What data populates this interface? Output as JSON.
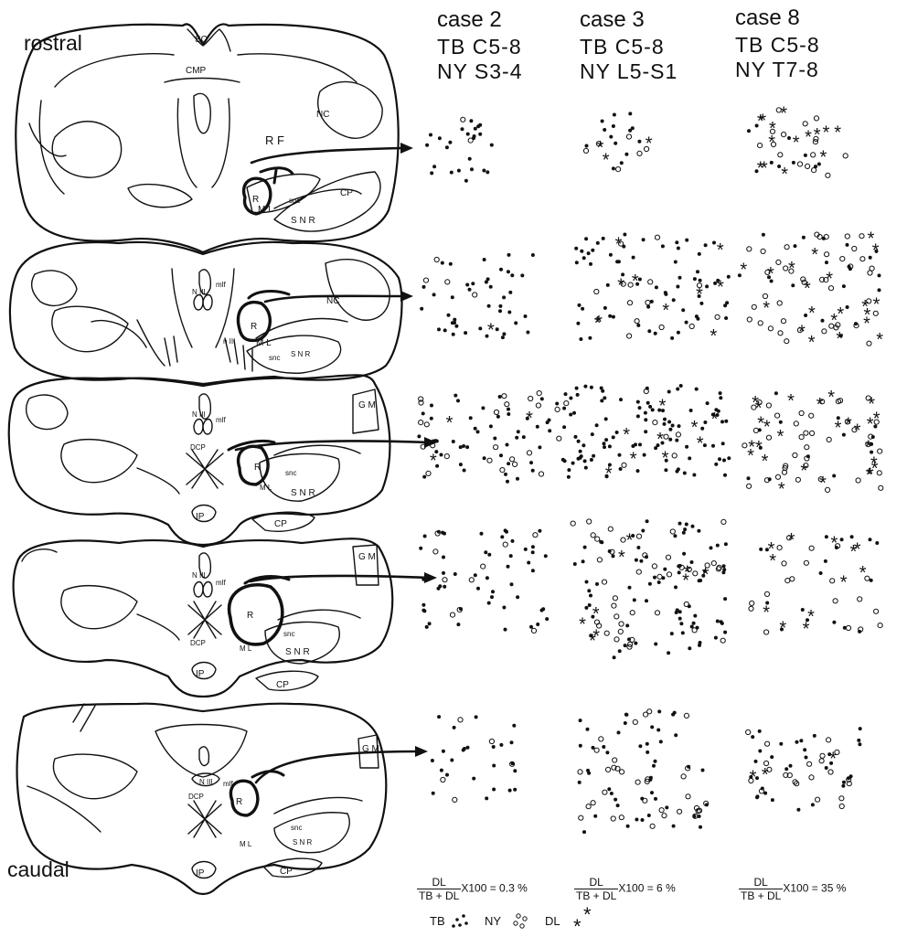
{
  "labels": {
    "rostral": "rostral",
    "caudal": "caudal"
  },
  "cases": [
    {
      "title": "case 2",
      "tb": "TB C5-8",
      "ny": "NY S3-4",
      "formula_num": "DL",
      "formula_den": "TB + DL",
      "formula_tail": "X100 = 0.3 %"
    },
    {
      "title": "case 3",
      "tb": "TB C5-8",
      "ny": "NY L5-S1",
      "formula_num": "DL",
      "formula_den": "TB + DL",
      "formula_tail": "X100 = 6 %"
    },
    {
      "title": "case 8",
      "tb": "TB C5-8",
      "ny": "NY T7-8",
      "formula_num": "DL",
      "formula_den": "TB + DL",
      "formula_tail": "X100 = 35 %"
    }
  ],
  "structures": {
    "sc": "SC",
    "cmp": "CMP",
    "rf": "R F",
    "nc": "NC",
    "cp": "CP",
    "r": "R",
    "ml": "M L",
    "snc": "snc",
    "snr": "S N R",
    "n3": "N III",
    "mlf": "mlf",
    "n3n": "n III",
    "gm": "G M",
    "dcp": "DCP",
    "ip": "IP"
  },
  "legend": {
    "tb": "TB",
    "ny": "NY",
    "dl": "DL"
  }
}
